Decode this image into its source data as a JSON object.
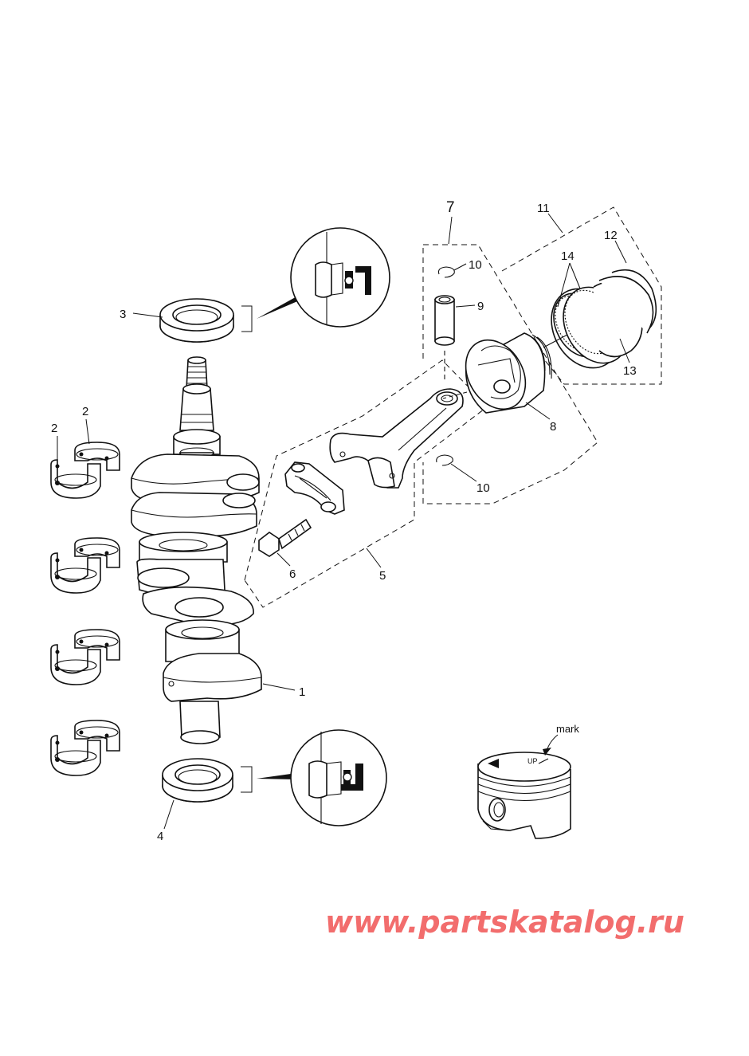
{
  "callouts": {
    "crankshaft": "1",
    "bearing_upper": "2",
    "bearing_lower": "2",
    "oil_seal_top": "3",
    "oil_seal_bottom": "4",
    "con_rod_assy": "5",
    "con_rod_bolt": "6",
    "piston_assy": "7",
    "piston": "8",
    "piston_pin": "9",
    "circlip_top": "10",
    "circlip_bottom": "10",
    "ring_set": "11",
    "top_ring": "12",
    "second_ring": "13",
    "oil_ring": "14"
  },
  "piston_detail": {
    "mark_label": "mark",
    "up_label": "UP"
  },
  "watermark": "www.partskatalog.ru",
  "colors": {
    "line": "#111111",
    "watermark": "#f26d6d",
    "background": "#ffffff"
  }
}
